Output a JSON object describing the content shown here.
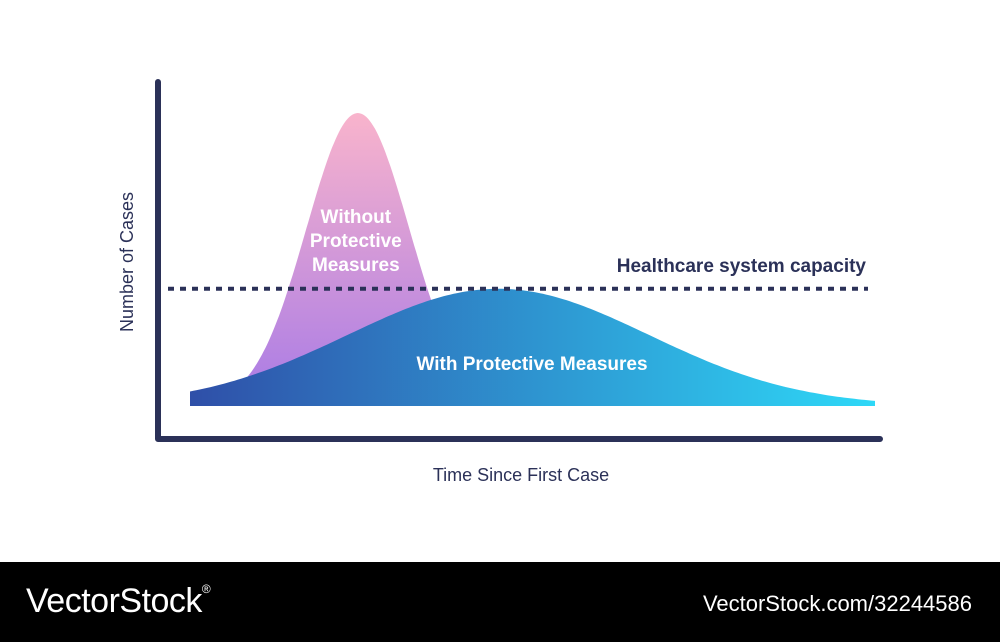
{
  "chart_data": {
    "type": "area",
    "xlabel": "Time Since First Case",
    "ylabel": "Number of Cases",
    "capacity_label": "Healthcare system capacity",
    "capacity_level": 0.4,
    "grid": false,
    "legend": "none",
    "series": [
      {
        "name": "Without Protective Measures",
        "peak_time": 0.245,
        "peak_level": 1.0,
        "spread": 0.075
      },
      {
        "name": "With Protective Measures",
        "peak_time": 0.45,
        "peak_level": 0.4,
        "spread": 0.22
      }
    ],
    "colors": {
      "axis": "#2b3158",
      "capacity_line": "#2b3158",
      "without_top": "#f9b4cc",
      "without_bottom": "#a87ae6",
      "with_left": "#2f4fa8",
      "with_right": "#2ed8f7",
      "label_text": "#ffffff"
    }
  },
  "watermark": {
    "brand": "VectorStock",
    "brand_mark": "®",
    "url": "VectorStock.com/32244586"
  }
}
